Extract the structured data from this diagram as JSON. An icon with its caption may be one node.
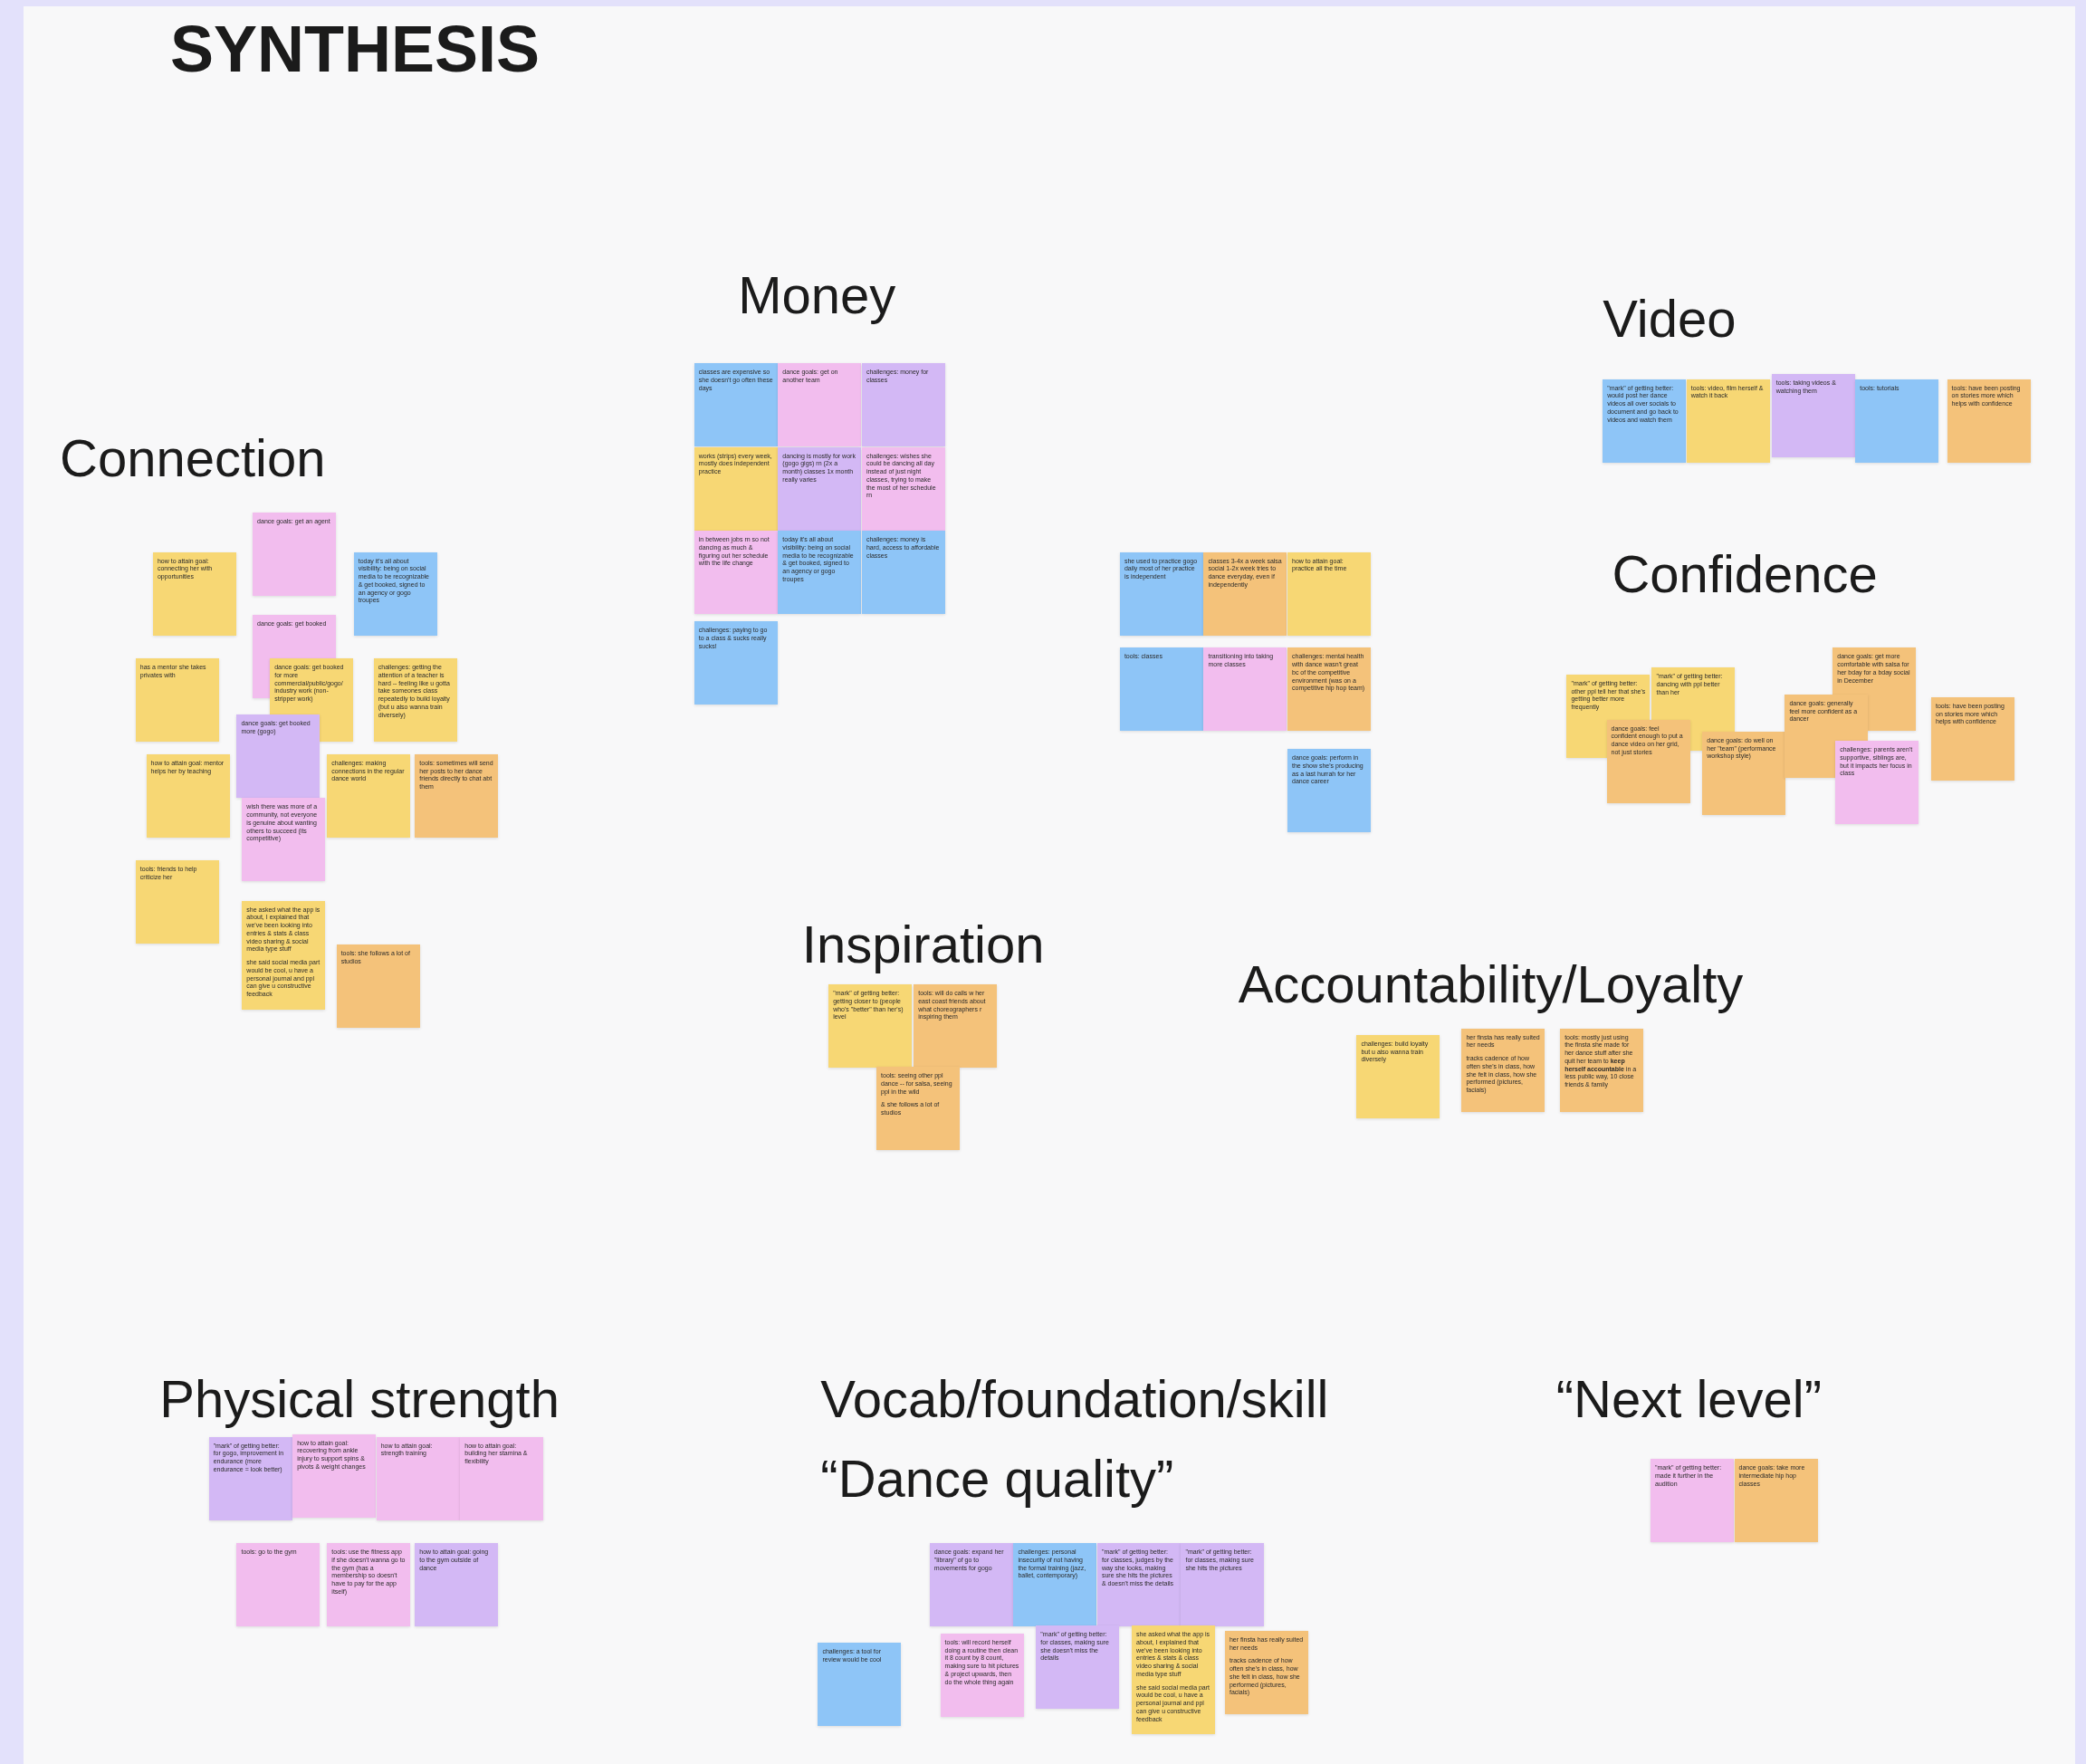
{
  "diagram": {
    "title": "SYNTHESIS",
    "nodes": [
      {
        "text": [
          "how to attain goal: connecting her with opportunities"
        ]
      },
      {
        "text": [
          "dance goals: get an agent"
        ]
      },
      {
        "text": [
          "today it's all about visibility: being on social media to be recognizable & get booked, signed to an agency or gogo troupes"
        ]
      },
      {
        "text": [
          "dance goals: get booked"
        ]
      },
      {
        "text": [
          "has a mentor she takes privates with"
        ]
      },
      {
        "text": [
          "dance goals: get booked for more commercial/public/gogo/ industry work (non-stripper work)"
        ]
      },
      {
        "text": [
          "challenges: getting the attention of a teacher is hard -- feeling like u gotta take someones class repeatedly to build loyalty (but u also wanna train diversely)"
        ]
      },
      {
        "text": [
          "dance goals: get booked more (gogo)"
        ]
      },
      {
        "text": [
          "how to attain goal: mentor helps her by teaching"
        ]
      },
      {
        "text": [
          "challenges: making connections in the regular dance world"
        ]
      },
      {
        "text": [
          "tools: sometimes will send her posts to her dance friends directly to chat abt them"
        ]
      },
      {
        "text": [
          "wish there was more of a community, not everyone is genuine about wanting others to succeed (its competitive)"
        ]
      },
      {
        "text": [
          "tools: friends to help criticize her"
        ]
      },
      {
        "text": [
          "she asked what the app is about, I explained that we've been looking into entries & stats & class video sharing & social media type stuff",
          "she said social media part would be cool, u have a personal journal and ppl can give u constructive feedback"
        ]
      },
      {
        "text": [
          "tools: she follows a lot of studios"
        ]
      },
      {
        "text": [
          "classes are expensive so she doesn't go often these days"
        ]
      },
      {
        "text": [
          "dance goals: get on another team"
        ]
      },
      {
        "text": [
          "challenges: money for classes"
        ]
      },
      {
        "text": [
          "works (strips) every week, mostly does independent practice"
        ]
      },
      {
        "text": [
          "dancing is mostly for work (gogo gigs) rn (2x a month) classes 1x month really varies"
        ]
      },
      {
        "text": [
          "challenges: wishes she could be dancing all day instead of just night classes, trying to make the most of her schedule rn"
        ]
      },
      {
        "text": [
          "in between jobs rn so not dancing as much & figuring out her schedule with the life change"
        ]
      },
      {
        "text": [
          "today it's all about visibility: being on social media to be recognizable & get booked, signed to an agency or gogo troupes"
        ]
      },
      {
        "text": [
          "challenges: money is hard, access to affordable classes"
        ]
      },
      {
        "text": [
          "challenges: paying to go to a class & sucks really sucks!"
        ]
      },
      {
        "text": [
          "she used to practice gogo daily most of her practice is independent"
        ]
      },
      {
        "text": [
          "classes 3-4x a week salsa social 1-2x week tries to dance everyday, even if independently"
        ]
      },
      {
        "text": [
          "how to attain goal: practice all the time"
        ]
      },
      {
        "text": [
          "tools: classes"
        ]
      },
      {
        "text": [
          "transitioning into taking more classes"
        ]
      },
      {
        "text": [
          "challenges: mental health with dance wasn't great bc of the competitive environment (was on a competitive hip hop team)"
        ]
      },
      {
        "text": [
          "dance goals: perform in the show she's producing as a last hurrah for her dance career"
        ]
      },
      {
        "text": [
          "\"mark\" of getting better: would post her dance videos all over socials to document and go back to videos and watch them"
        ]
      },
      {
        "text": [
          "tools: video, film herself & watch it back"
        ]
      },
      {
        "text": [
          "tools: taking videos & watching them"
        ]
      },
      {
        "text": [
          "tools: tutorials"
        ]
      },
      {
        "text": [
          "tools: have been posting on stories more which helps with confidence"
        ]
      },
      {
        "text": [
          "\"mark\" of getting better: other ppl tell her that she's getting better more frequently"
        ]
      },
      {
        "text": [
          "\"mark\" of getting better: dancing with ppl better than her"
        ]
      },
      {
        "text": [
          "dance goals: feel confident enough to put a dance video on her grid, not just stories"
        ]
      },
      {
        "text": [
          "dance goals: do well on her \"team\" (performance workshop style)"
        ]
      },
      {
        "text": [
          "dance goals: generally feel more confident as a dancer"
        ]
      },
      {
        "text": [
          "dance goals: get more comfortable with salsa for her bday for a bday social in December"
        ]
      },
      {
        "text": [
          "challenges: parents aren't supportive, siblings are, but it impacts her focus in class"
        ]
      },
      {
        "text": [
          "tools: have been posting on stories more which helps with confidence"
        ]
      },
      {
        "text": [
          "\"mark\" of getting better: getting closer to (people who's \"better\" than her's) level"
        ]
      },
      {
        "text": [
          "tools: will do calls w her east coast friends about what choreographers r inspiring them"
        ]
      },
      {
        "text": [
          "tools: seeing other ppl dance -- for salsa, seeing ppl in the wild",
          "& she follows a lot of studios"
        ]
      },
      {
        "text": [
          "challenges: build loyalty but u also wanna train diversely"
        ]
      },
      {
        "text": [
          "her finsta has really suited her needs",
          "tracks cadence of how often she's in class, how she felt in class, how she performed (pictures, facials)"
        ]
      },
      {
        "text": [
          "tools: mostly just using the finsta she made for her dance stuff after she quit her team to **keep herself accountable** in a less public way, 10 close friends & family"
        ]
      },
      {
        "text": [
          "\"mark\" of getting better: for gogo, improvement in endurance (more endurance = look better)"
        ]
      },
      {
        "text": [
          "how to attain goal: recovering from ankle injury to support spins & pivots & weight changes"
        ]
      },
      {
        "text": [
          "how to attain goal: strength training"
        ]
      },
      {
        "text": [
          "how to attain goal: building her stamina & flexibility"
        ]
      },
      {
        "text": [
          "tools: go to the gym"
        ]
      },
      {
        "text": [
          "tools: use the fitness app if she doesn't wanna go to the gym (has a membership so doesn't have to pay for the app itself)"
        ]
      },
      {
        "text": [
          "how to attain goal: going to the gym outside of dance"
        ]
      },
      {
        "text": [
          "dance goals: expand her \"library\" of go to movements for gogo"
        ]
      },
      {
        "text": [
          "challenges: personal insecurity of not having the formal training (jazz, ballet, contemporary)"
        ]
      },
      {
        "text": [
          "\"mark\" of getting better: for classes, judges by the way she looks, making sure she hits the pictures & doesn't miss the details"
        ]
      },
      {
        "text": [
          "\"mark\" of getting better: for classes, making sure she hits the pictures"
        ]
      },
      {
        "text": [
          "challenges: a tool for review would be cool"
        ]
      },
      {
        "text": [
          "tools: will record herself doing a routine then clean it 8 count by 8 count, making sure to hit pictures & project upwards, then do the whole thing again"
        ]
      },
      {
        "text": [
          "\"mark\" of getting better: for classes, making sure she doesn't miss the details"
        ]
      },
      {
        "text": [
          "she asked what the app is about, I explained that we've been looking into entries & stats & class video sharing & social media type stuff",
          "she said social media part would be cool, u have a personal journal and ppl can give u constructive feedback"
        ]
      },
      {
        "text": [
          "her finsta has really suited her needs",
          "tracks cadence of how often she's in class, how she felt in class, how she performed (pictures, facials)"
        ]
      },
      {
        "text": [
          "\"mark\" of getting better: made it further in the audition"
        ]
      },
      {
        "text": [
          "dance goals: take more intermediate hip hop classes"
        ]
      }
    ],
    "labels": [
      "Money",
      "Video",
      "Connection",
      "Confidence",
      "Inspiration",
      "Accountability/Loyalty",
      "Physical strength",
      "Vocab/foundation/skill",
      "“Next level”",
      "“Dance quality”"
    ]
  }
}
